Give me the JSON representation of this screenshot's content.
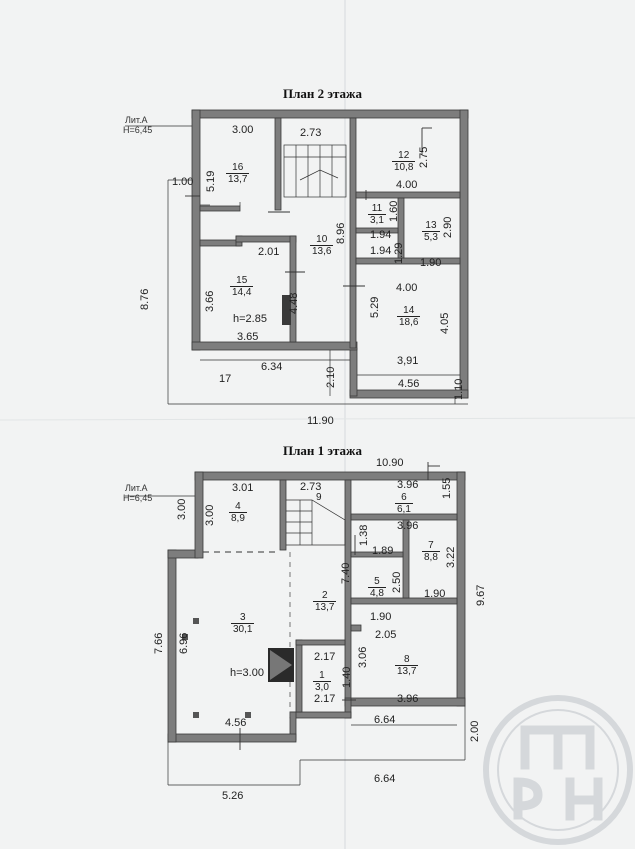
{
  "colors": {
    "wall": "#7d7d7d",
    "wall_edge": "#3a3a3a",
    "line": "#333333",
    "paper": "#f2f3f3",
    "stamp": "#9aa1ab"
  },
  "floor2": {
    "title": "План 2 этажа",
    "lit_label": "Лит.А",
    "height_label": "H=6,45",
    "dims": {
      "w300": "3.00",
      "w273": "2.73",
      "h275": "2.75",
      "w400": "4.00",
      "h519": "5.19",
      "w100": "1.00",
      "h160": "1.60",
      "w194a": "1.94",
      "h290": "2.90",
      "w201": "2.01",
      "h896": "8.96",
      "w194b": "1.94",
      "h129": "1.29",
      "w190": "1.90",
      "w400b": "4.00",
      "h876": "8.76",
      "h366": "3.66",
      "h448": "4.48",
      "h529": "5.29",
      "h405": "4.05",
      "w365": "3.65",
      "w634": "6.34",
      "w391": "3,91",
      "h210": "2.10",
      "w456": "4.56",
      "h110": "1.10",
      "w1190": "11.90",
      "area17": "17"
    },
    "rooms": [
      {
        "num": "16",
        "area": "13,7"
      },
      {
        "num": "12",
        "area": "10,8"
      },
      {
        "num": "11",
        "area": "3,1"
      },
      {
        "num": "13",
        "area": "5,3"
      },
      {
        "num": "10",
        "area": "13,6"
      },
      {
        "num": "15",
        "area": "14,4"
      },
      {
        "num": "14",
        "area": "18,6"
      }
    ],
    "ceiling": "h=2.85"
  },
  "floor1": {
    "title": "План 1 этажа",
    "lit_label": "Лит.А",
    "height_label": "H=6,45",
    "dims": {
      "w1090": "10.90",
      "w301": "3.01",
      "w273": "2.73",
      "w396a": "3.96",
      "h155": "1.55",
      "h300a": "3.00",
      "h300b": "3.00",
      "w396b": "3.96",
      "h138": "1.38",
      "w189": "1.89",
      "h322": "3.22",
      "h740": "7.40",
      "h250": "2.50",
      "h967": "9.67",
      "w190a": "1.90",
      "w190b": "1.90",
      "h766": "7.66",
      "h696": "6.96",
      "w205": "2.05",
      "w217a": "2.17",
      "h306": "3.06",
      "h140": "1.40",
      "w217b": "2.17",
      "w396c": "3.96",
      "w456": "4.56",
      "w664a": "6.64",
      "h200": "2.00",
      "w664b": "6.64",
      "w526": "5.26"
    },
    "rooms": [
      {
        "num": "9",
        "area": ""
      },
      {
        "num": "4",
        "area": "8,9"
      },
      {
        "num": "6",
        "area": "6,1"
      },
      {
        "num": "7",
        "area": "8,8"
      },
      {
        "num": "5",
        "area": "4,8"
      },
      {
        "num": "3",
        "area": "30,1"
      },
      {
        "num": "2",
        "area": "13,7"
      },
      {
        "num": "1",
        "area": "3,0"
      },
      {
        "num": "8",
        "area": "13,7"
      }
    ],
    "ceiling": "h=3.00"
  }
}
